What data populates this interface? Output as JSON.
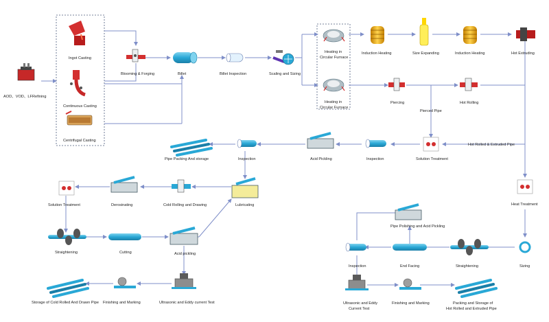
{
  "labels": {
    "aod": "AOD、VOD、LFRefining",
    "ingot": "Ingot Casting",
    "continuous": "Continuous Casting",
    "centrifugal": "Centrifugal Casting",
    "blooming": "Blooming & Forging",
    "billet": "Billet",
    "billet_inspection": "Billet Inspection",
    "scaling": "Scaling and Sizing",
    "heating1_l1": "Heating in",
    "heating1_l2": "Circular Furnace",
    "heating2_l1": "Heating in",
    "heating2_l2": "Circular Furnace",
    "induction1": "Induction Heating",
    "size_expanding": "Size Expanding",
    "induction2": "Induction Heating",
    "hot_extruding": "Hot Extruding",
    "piercing": "Piercing",
    "hot_rolling": "Hot Rolling",
    "pierced_pipe": "Pierced Pipe",
    "hot_rolled_extruded": "Hot Rolled & Extruded Pipe",
    "solution_treatment_top": "Solution Treatment",
    "inspection_mid": "Inspection",
    "acid_pickling_top": "Acid Pickling",
    "inspection_top": "Inspection",
    "pipe_packing": "Pipe Packing And storage",
    "lubricating": "Lubricating",
    "cold_rolling": "Cold Rolling and Drawing",
    "derosinating": "Derosinating",
    "solution_treatment_left": "Solution Treatment",
    "straightening_left": "Straightening",
    "cutting": "Cutting",
    "acid_pickling_bottom": "Acid pickling",
    "ultrasonic_left": "Ultrasonic and Eddy current Test",
    "finishing_left": "Finishing and Marking",
    "storage_cold": "Storage of Cold Rolled And Drawn Pipe",
    "heat_treatment": "Heat Treatment",
    "polishing": "Pipe Polishing and Acid Pickling",
    "sizing": "Sizing",
    "straightening_right": "Straightening",
    "end_facing": "End Facing",
    "inspection_right": "Inspection",
    "ultrasonic_right_l1": "Ultrasonic and Eddy",
    "ultrasonic_right_l2": "Current Test",
    "finishing_right": "Finishing and Marking",
    "packing_hot_l1": "Packing and Storage of",
    "packing_hot_l2": "Hot Rolled and Extruded Pipe"
  },
  "colors": {
    "arrow": "#7f8fc9",
    "pipe": "#29a8d6",
    "pipe_dark": "#1a7fa8",
    "furnace": "#d32f2f",
    "coil": "#e5a91a",
    "machine": "#5a5a5a",
    "tank_liquid": "#f4ec9a"
  },
  "icons": [
    "ladle-icon",
    "ingot-mold-icon",
    "continuous-caster-icon",
    "centrifugal-caster-icon",
    "forging-press-icon",
    "billet-icon",
    "billet-inspection-icon",
    "scaling-machine-icon",
    "circular-furnace-icon",
    "induction-coil-icon",
    "expander-icon",
    "extrusion-press-icon",
    "roll-stand-icon",
    "solution-furnace-icon",
    "pickling-tank-icon",
    "pipe-bundle-icon",
    "straightener-icon",
    "sizing-ring-icon",
    "ultrasonic-tester-icon",
    "marking-machine-icon"
  ]
}
